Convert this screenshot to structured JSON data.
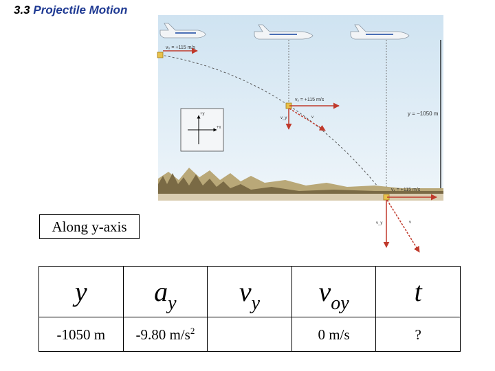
{
  "slide": {
    "number": "3.3",
    "title": "Projectile Motion"
  },
  "figure": {
    "labels": {
      "v0": "v₀ = +115 m/s",
      "vx_mid": "vₓ = +115 m/s",
      "vx_end": "vₓ = +115 m/s",
      "height": "y = −1050 m",
      "vy_mid": "v_y",
      "v_mid": "v",
      "vy_end": "v_y",
      "v_end": "v",
      "axis_y": "+y",
      "axis_x": "+x"
    }
  },
  "box": {
    "label": "Along y-axis"
  },
  "table": {
    "headers": [
      {
        "main": "y",
        "sub": ""
      },
      {
        "main": "a",
        "sub": "y"
      },
      {
        "main": "v",
        "sub": "y"
      },
      {
        "main": "v",
        "sub": "oy"
      },
      {
        "main": "t",
        "sub": ""
      }
    ],
    "values": [
      {
        "main": "-1050 m",
        "sup": ""
      },
      {
        "main": "-9.80 m/s",
        "sup": "2"
      },
      {
        "main": "",
        "sup": ""
      },
      {
        "main": "0 m/s",
        "sup": ""
      },
      {
        "main": "?",
        "sup": ""
      }
    ]
  },
  "colors": {
    "title_accent": "#1f3a93",
    "sky": "#d6e7f2",
    "vector": "#c0392b",
    "package": "#e8c14a"
  }
}
